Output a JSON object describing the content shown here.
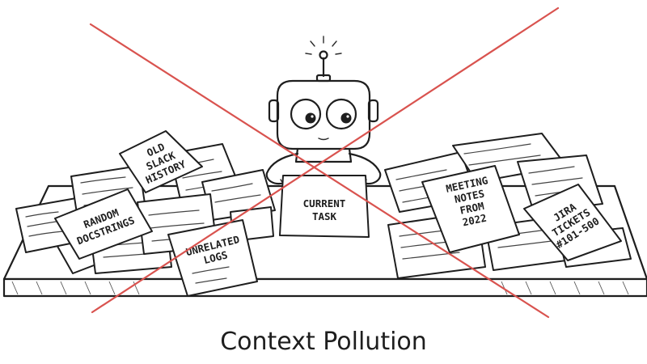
{
  "title": "Context Pollution",
  "notes": {
    "old_slack_line1": "OLD",
    "old_slack_line2": "SLACK",
    "old_slack_line3": "HISTORY",
    "random_line1": "RANDOM",
    "random_line2": "DOCSTRINGS",
    "logs_line1": "UNRELATED",
    "logs_line2": "LOGS",
    "current_line1": "CURRENT",
    "current_line2": "TASK",
    "meeting_line1": "MEETING",
    "meeting_line2": "NOTES",
    "meeting_line3": "FROM",
    "meeting_line4": "2022",
    "jira_line1": "JIRA",
    "jira_line2": "TICKETS",
    "jira_line3": "#101-500"
  },
  "colors": {
    "ink": "#1e1e1e",
    "cross": "#d9534f",
    "background": "#ffffff"
  },
  "icons": [
    "robot-icon",
    "antenna-signal-icon",
    "red-x-icon"
  ]
}
